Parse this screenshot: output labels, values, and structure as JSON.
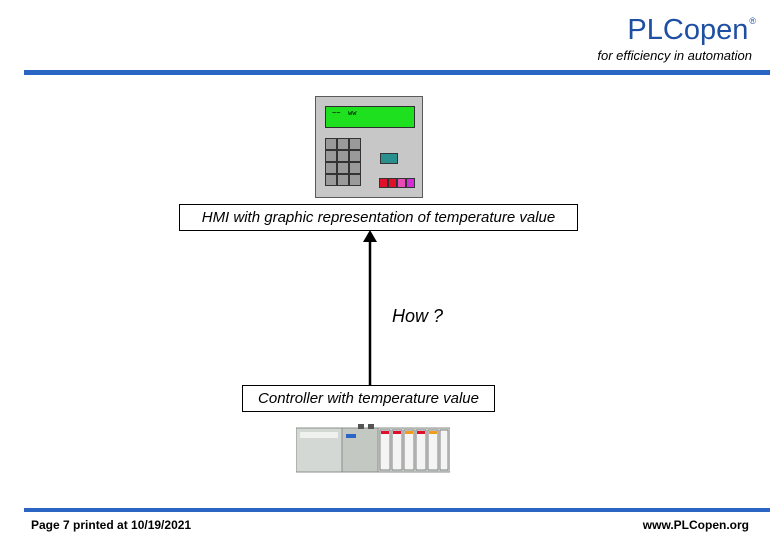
{
  "header": {
    "brand": "PLCopen",
    "registered_mark": "®",
    "tagline": "for efficiency in automation"
  },
  "hmi": {
    "screen_text_1": "~~",
    "screen_text_2": "ww",
    "label": "HMI with graphic representation of temperature value"
  },
  "flow": {
    "question": "How ?"
  },
  "controller": {
    "label": "Controller with temperature value"
  },
  "footer": {
    "page_info": "Page 7 printed at 10/19/2021",
    "url": "www.PLCopen.org"
  },
  "colors": {
    "brand_blue": "#1f4fa3",
    "rule_blue": "#2b66c4",
    "screen_green": "#1fe01f",
    "button_red": "#e0102a",
    "button_pink": "#e84bb5",
    "button_magenta": "#d22ed6",
    "button_teal": "#2a8f8f"
  }
}
